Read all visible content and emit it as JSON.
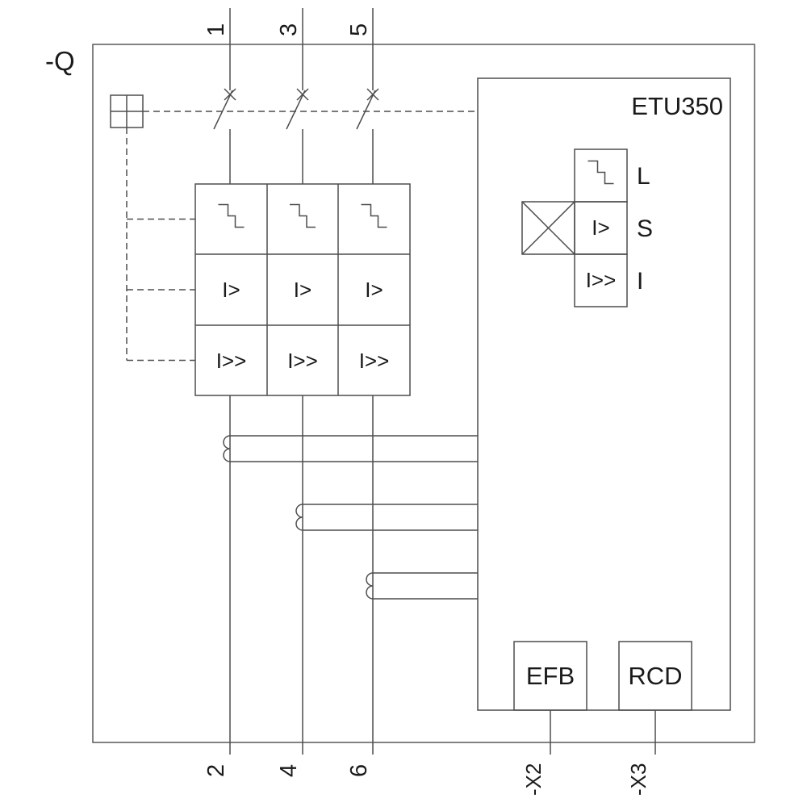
{
  "device": {
    "label": "-Q"
  },
  "trip_unit": {
    "name": "ETU350",
    "functions": [
      {
        "label": "L",
        "icon": "inverse-time-curve-icon"
      },
      {
        "label": "S",
        "symbol": "I>"
      },
      {
        "label": "I",
        "symbol": "I>>"
      }
    ],
    "test_box_icon": "crossed-box-icon"
  },
  "pole_matrix": {
    "row1_icon": "inverse-time-curve-icon",
    "overload_symbol": "I>",
    "short_circuit_symbol": "I>>"
  },
  "terminals": {
    "top": [
      "1",
      "3",
      "5"
    ],
    "bottom": [
      "2",
      "4",
      "6"
    ],
    "aux": [
      "-X2",
      "-X3"
    ]
  },
  "modules": [
    {
      "label": "EFB"
    },
    {
      "label": "RCD"
    }
  ],
  "colors": {
    "line": "#4d4d4d",
    "text": "#1a1a1a",
    "background": "#ffffff"
  }
}
